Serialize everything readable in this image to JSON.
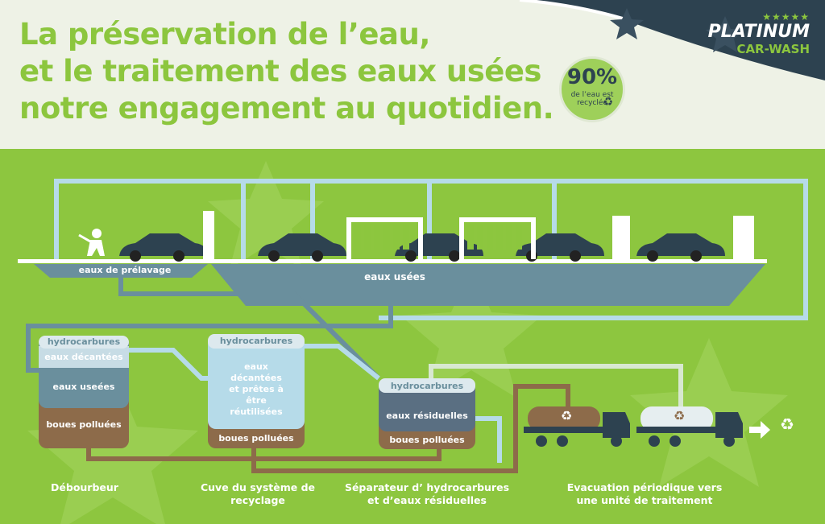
{
  "header": {
    "title_lines": [
      "La préservation de l’eau,",
      "et le traitement des eaux usées",
      "notre engagement au quotidien."
    ],
    "badge": {
      "percent": "90%",
      "text": "de l’eau est recyclée",
      "icon": "recycle-icon"
    }
  },
  "brand": {
    "stars": "★★★★★",
    "name": "PLATINUM",
    "sub": "CAR-WASH"
  },
  "channels": {
    "prewash": "eaux de prélavage",
    "used": "eaux usées"
  },
  "tank1": {
    "hydro": "hydrocarbures",
    "decanted": "eaux décantées",
    "used": "eaux useées",
    "sludge": "boues polluées"
  },
  "tank2": {
    "hydro": "hydrocarbures",
    "clear": "eaux décantées et prêtes à être réutilisées",
    "sludge": "boues polluées"
  },
  "tank3": {
    "hydro": "hydrocarbures",
    "residual": "eaux résiduelles",
    "sludge": "boues polluées"
  },
  "captions": {
    "c1": "Débourbeur",
    "c2": "Cuve du système de recyclage",
    "c3": "Séparateur d’ hydrocarbures et d’eaux résiduelles",
    "c4": "Evacuation périodique vers une unité de traitement"
  },
  "colors": {
    "title": "#8cc63e",
    "background": "#8dc63f",
    "dark": "#2d4250",
    "water_used": "#6a8f9d",
    "sludge": "#8d6b4a",
    "clear": "#b6dbe9"
  }
}
